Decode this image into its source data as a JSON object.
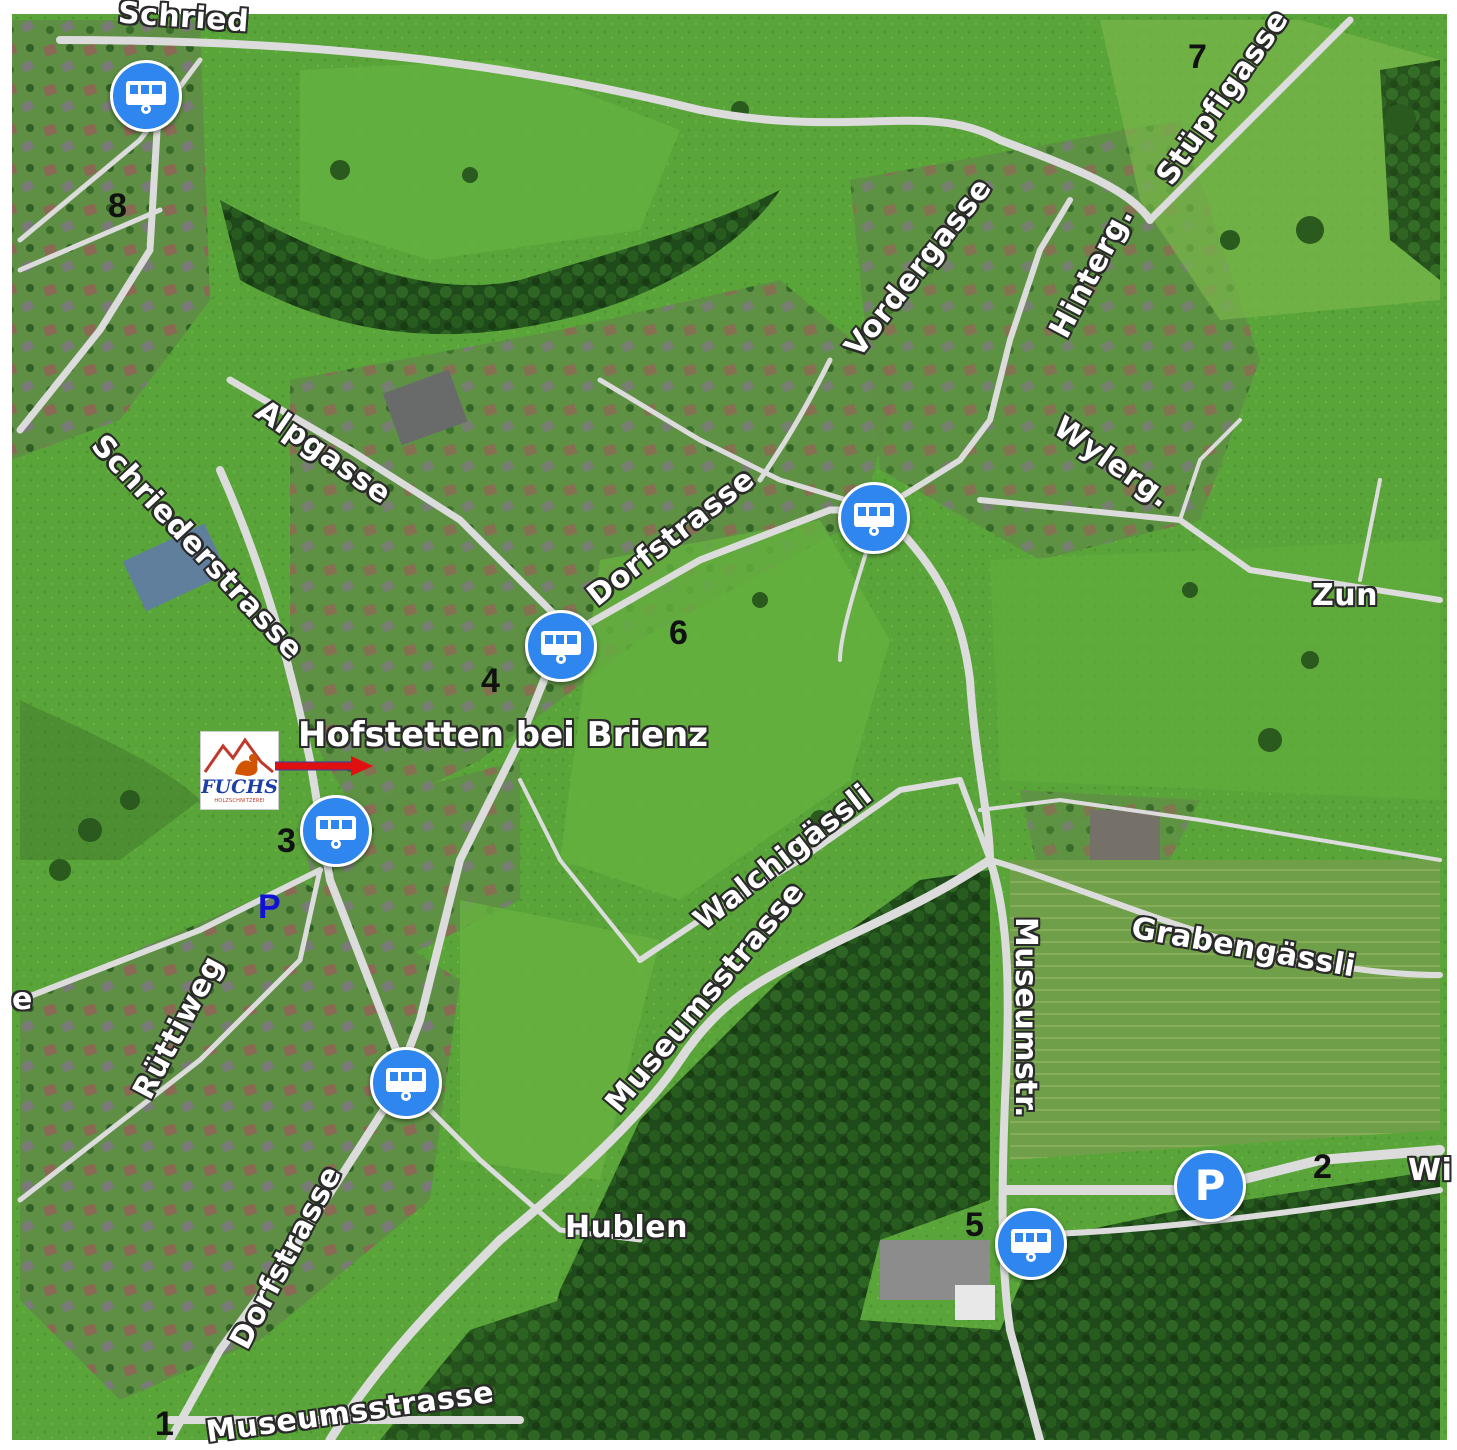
{
  "map": {
    "place_name": "Hofstetten bei Brienz",
    "streets": {
      "schried": "Schried",
      "stupfigasse": "Stüpfigasse",
      "vordergasse": "Vordergasse",
      "hinterg": "Hinterg.",
      "alpgasse": "Alpgasse",
      "schriederstrasse": "Schriederstrasse",
      "dorfstrasse_upper": "Dorfstrasse",
      "wylerg": "Wylerg.",
      "zun": "Zun",
      "walchigassli": "Walchigässli",
      "grabengassli": "Grabengässli",
      "museumsstrasse_mid": "Museumsstrasse",
      "museumstr": "Museumstr.",
      "ruttiweg": "Rüttiweg",
      "dorfstrasse_lower": "Dorfstrasse",
      "hublen": "Hublen",
      "museumsstrasse_bottom": "Museumsstrasse",
      "wi_fragment": "Wi",
      "e_fragment": "e"
    },
    "markers": {
      "n1": "1",
      "n2": "2",
      "n3": "3",
      "n4": "4",
      "n5": "5",
      "n6": "6",
      "n7": "7",
      "n8": "8"
    },
    "parking": {
      "big_label": "P",
      "small_label": "P"
    },
    "logo": {
      "brand": "FUCHS",
      "subtitle": "HOLZSCHNITZEREI"
    },
    "colors": {
      "bus_stop": "#2f86ee",
      "parking": "#2f86ee",
      "arrow": "#e01010",
      "small_parking_label": "#1111d6"
    }
  }
}
